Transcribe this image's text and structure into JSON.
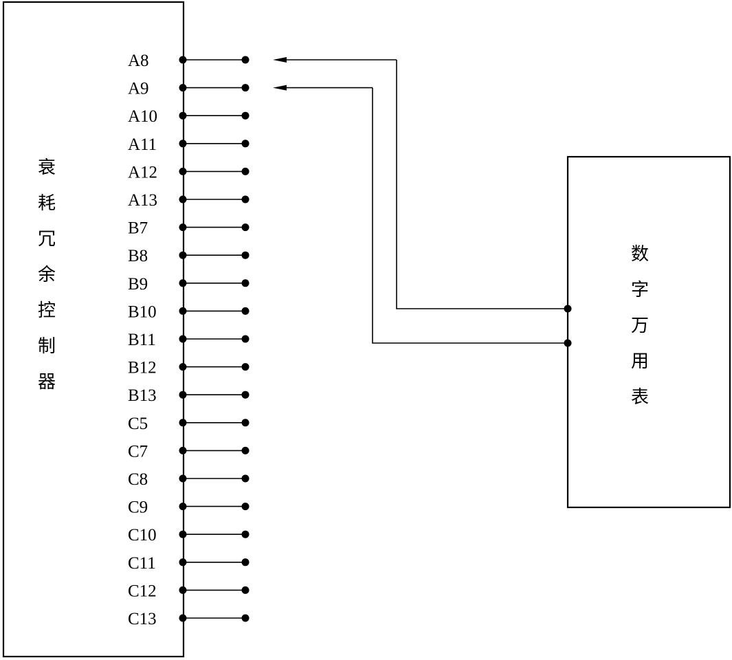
{
  "controller": {
    "title_chars": [
      "衰",
      "耗",
      "冗",
      "余",
      "控",
      "制",
      "器"
    ],
    "pins": [
      "A8",
      "A9",
      "A10",
      "A11",
      "A12",
      "A13",
      "B7",
      "B8",
      "B9",
      "B10",
      "B11",
      "B12",
      "B13",
      "C5",
      "C7",
      "C8",
      "C9",
      "C10",
      "C11",
      "C12",
      "C13"
    ]
  },
  "multimeter": {
    "title_chars": [
      "数",
      "字",
      "万",
      "用",
      "表"
    ]
  },
  "connections": [
    {
      "pin": "A8",
      "meter_terminal": 1
    },
    {
      "pin": "A9",
      "meter_terminal": 2
    }
  ]
}
